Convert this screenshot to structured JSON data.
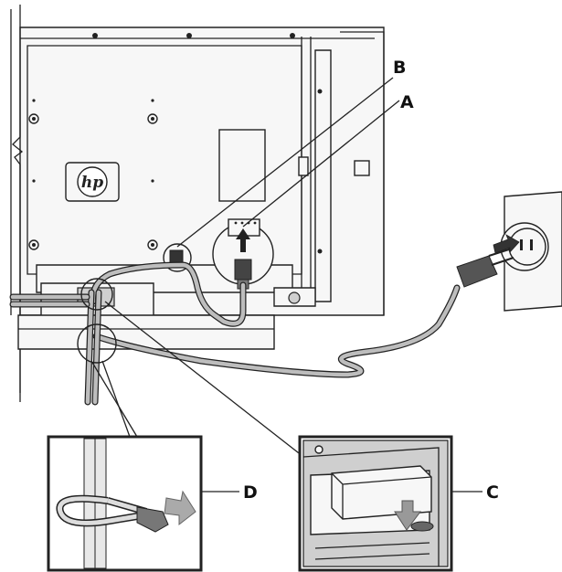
{
  "labels": {
    "a": "A",
    "b": "B",
    "c": "C",
    "d": "D"
  },
  "logo": {
    "text": "hp"
  }
}
